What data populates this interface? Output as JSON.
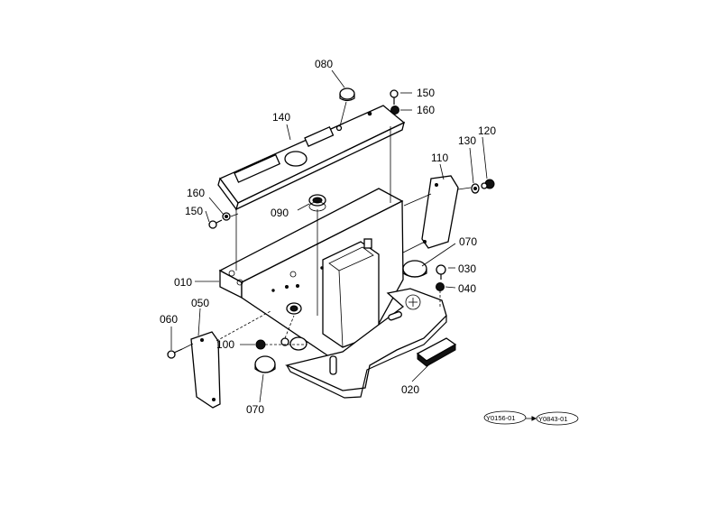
{
  "labels": {
    "p080": "080",
    "p150a": "150",
    "p160a": "160",
    "p140": "140",
    "p130": "130",
    "p120": "120",
    "p110": "110",
    "p160b": "160",
    "p150b": "150",
    "p090": "090",
    "p070a": "070",
    "p030": "030",
    "p040": "040",
    "p010": "010",
    "p050": "050",
    "p060": "060",
    "p100": "100",
    "p070b": "070",
    "p020": "020"
  },
  "codes": {
    "from": "Y0156-01",
    "to": "Y0843-01"
  }
}
